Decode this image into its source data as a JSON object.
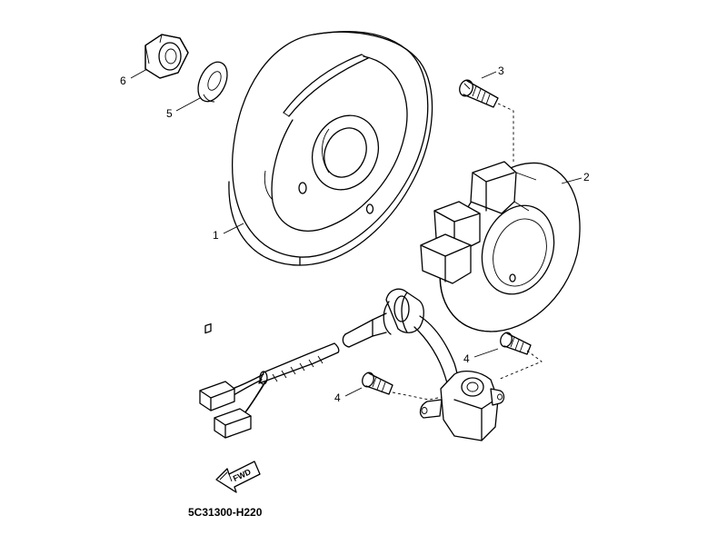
{
  "callouts": {
    "p1": "1",
    "p2": "2",
    "p3": "3",
    "p4a": "4",
    "p4b": "4",
    "p5": "5",
    "p6": "6"
  },
  "fwd_label": "FWD",
  "diagram_code": "5C31300-H220"
}
